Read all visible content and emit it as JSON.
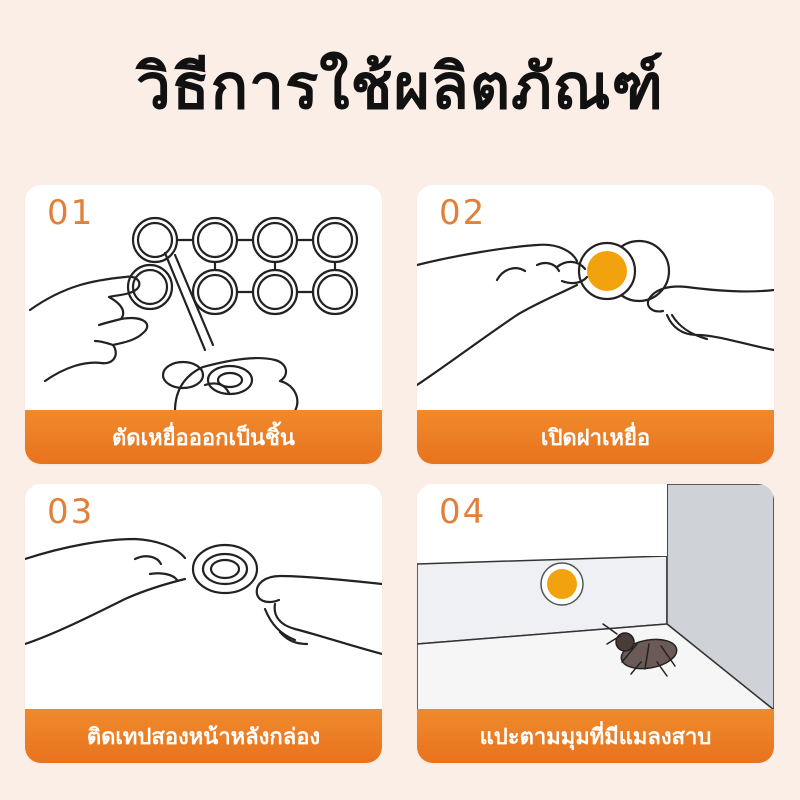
{
  "title": "วิธีการใช้ผลิตภัณฑ์",
  "colors": {
    "accent": "#ee7d22",
    "number": "#e0803a",
    "bait": "#f2a20c"
  },
  "steps": [
    {
      "number": "01",
      "caption": "ตัดเหยื่อออกเป็นชิ้น"
    },
    {
      "number": "02",
      "caption": "เปิดฝาเหยื่อ"
    },
    {
      "number": "03",
      "caption": "ติดเทปสองหน้าหลังกล่อง"
    },
    {
      "number": "04",
      "caption": "แปะตามมุมที่มีแมลงสาบ"
    }
  ]
}
